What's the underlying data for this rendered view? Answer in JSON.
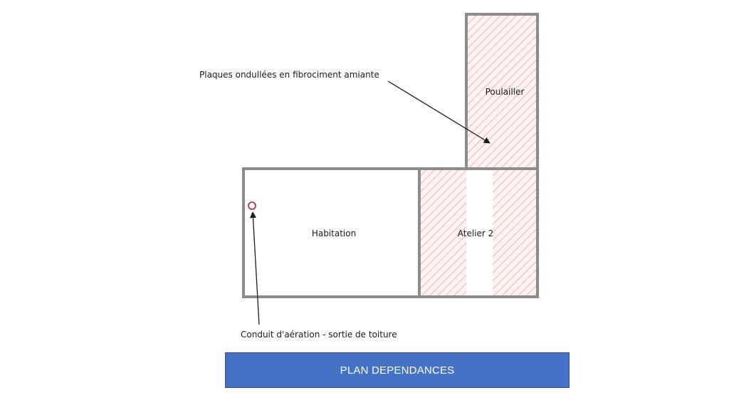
{
  "rooms": {
    "poulailler": {
      "label": "Poulailler"
    },
    "habitation": {
      "label": "Habitation"
    },
    "atelier": {
      "label": "Atelier 2"
    }
  },
  "annotations": {
    "asbestos": {
      "label": "Plaques ondullées en fibrociment amiante"
    },
    "vent": {
      "label": "Conduit d'aération - sortie de toiture"
    }
  },
  "title_box": {
    "label": "PLAN DEPENDANCES"
  },
  "colors": {
    "wall": "#8c8c8c",
    "hatch": "#e3a3a6",
    "hatch_bg": "#fdf3f3",
    "vent_marker": "#b02030",
    "arrow": "#1a1a1a",
    "title_bg": "#4472c4"
  }
}
